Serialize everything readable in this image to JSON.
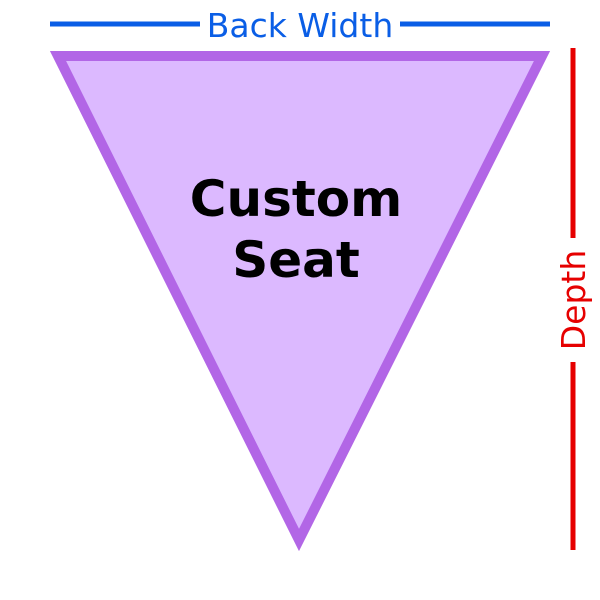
{
  "dimensions": {
    "top_label": "Back Width",
    "side_label": "Depth"
  },
  "shape": {
    "label_line1": "Custom",
    "label_line2": "Seat"
  },
  "colors": {
    "width_dimension": "#0a5ee6",
    "depth_dimension": "#e60000",
    "shape_fill": "#dcb9ff",
    "shape_stroke": "#b266e6",
    "text": "#000000"
  }
}
